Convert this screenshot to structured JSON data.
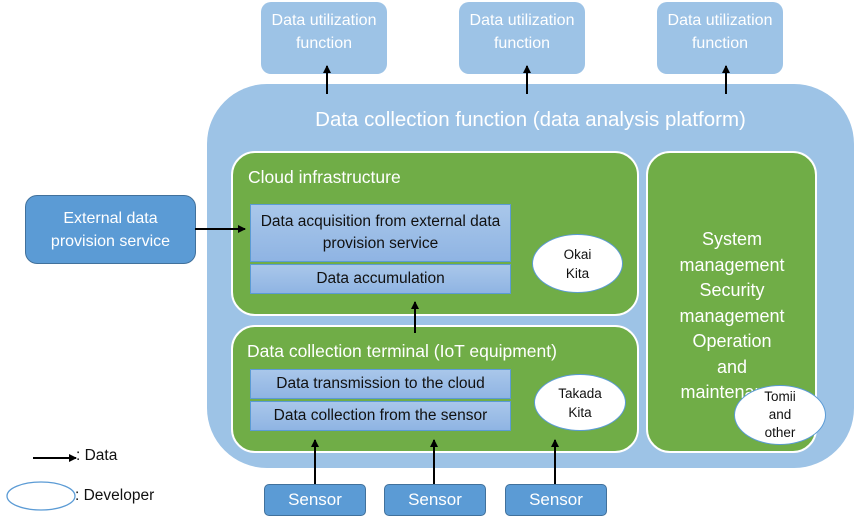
{
  "data_utilization": [
    {
      "label": "Data utilization function"
    },
    {
      "label": "Data utilization function"
    },
    {
      "label": "Data utilization function"
    }
  ],
  "platform": {
    "title": "Data collection function (data analysis platform)",
    "color": "#9dc3e6"
  },
  "cloud": {
    "title": "Cloud infrastructure",
    "functions": [
      "Data acquisition from external data provision service",
      "Data accumulation"
    ],
    "developer": "Okai Kita"
  },
  "terminal": {
    "title": "Data collection terminal (IoT equipment)",
    "functions": [
      "Data transmission to the cloud",
      "Data collection from the sensor"
    ],
    "developer": "Takada Kita"
  },
  "system_mgmt": {
    "text": "System management Security management Operation and maintenance",
    "developer": "Tomii and other"
  },
  "external_service": {
    "label": "External data provision service"
  },
  "sensors": [
    {
      "label": "Sensor"
    },
    {
      "label": "Sensor"
    },
    {
      "label": "Sensor"
    }
  ],
  "legend": {
    "data_label": ": Data",
    "developer_label": ": Developer"
  },
  "colors": {
    "green": "#70ad47",
    "light_blue": "#9dc3e6",
    "blue": "#5b9bd5"
  }
}
